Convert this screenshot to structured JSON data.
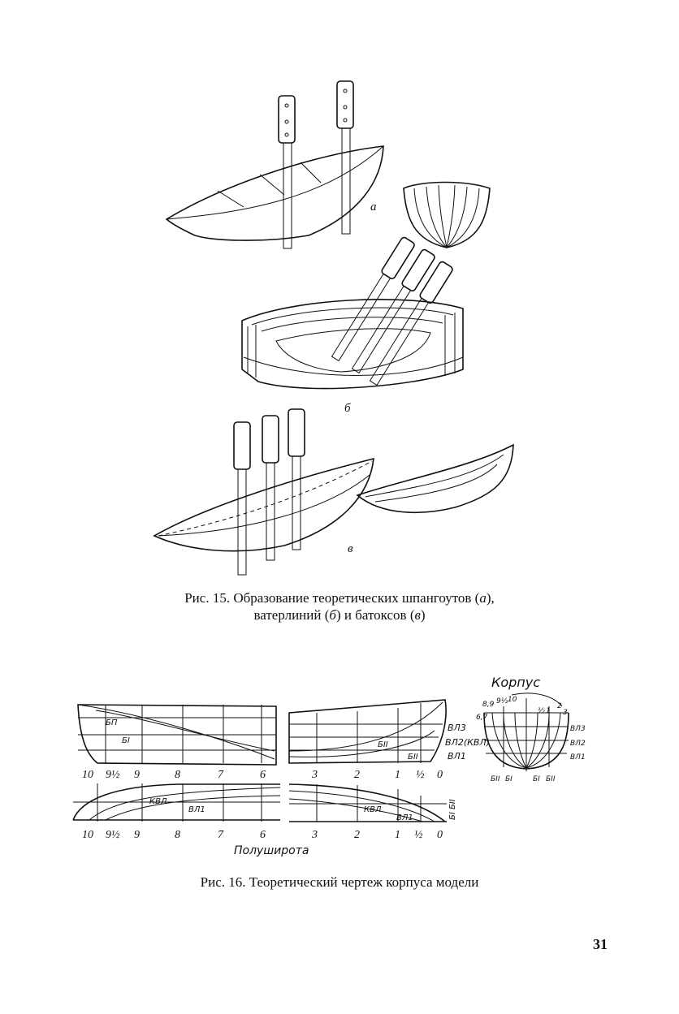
{
  "figure15": {
    "label_a": "а",
    "label_b": "б",
    "label_v": "в",
    "caption_line1_prefix": "Рис. 15. Образование теоретических шпангоутов (",
    "caption_line1_it": "а",
    "caption_line1_suffix": "),",
    "caption_line2_prefix": "ватерлиний (",
    "caption_line2_it1": "б",
    "caption_line2_mid": ") и батоксов (",
    "caption_line2_it2": "в",
    "caption_line2_suffix": ")"
  },
  "figure16": {
    "title_body_view": "Корпус",
    "side_stations": [
      "10",
      "9½",
      "9",
      "8",
      "7",
      "6",
      "3",
      "2",
      "1",
      "½",
      "0"
    ],
    "half_breadth_stations": [
      "10",
      "9½",
      "9",
      "8",
      "7",
      "6",
      "3",
      "2",
      "1",
      "½",
      "0"
    ],
    "half_breadth_label": "Полуширота",
    "waterlines": [
      "ВЛ3",
      "ВЛ2(КВЛ)",
      "ВЛ1"
    ],
    "side_labels": [
      "БП",
      "БI",
      "БII",
      "БII"
    ],
    "plan_labels": [
      "КВЛ",
      "ВЛ1",
      "КВЛ",
      "ВЛ1",
      "БI БII"
    ],
    "body_labels_top": [
      "8,9",
      "9½",
      "10",
      "½",
      "1",
      "2",
      "3",
      "6,7"
    ],
    "body_labels_right": [
      "ВЛ3",
      "ВЛ2",
      "ВЛ1"
    ],
    "body_labels_bottom": [
      "БII",
      "БI",
      "БI",
      "БII"
    ],
    "caption": "Рис. 16. Теоретический чертеж корпуса модели"
  },
  "page_number": "31"
}
